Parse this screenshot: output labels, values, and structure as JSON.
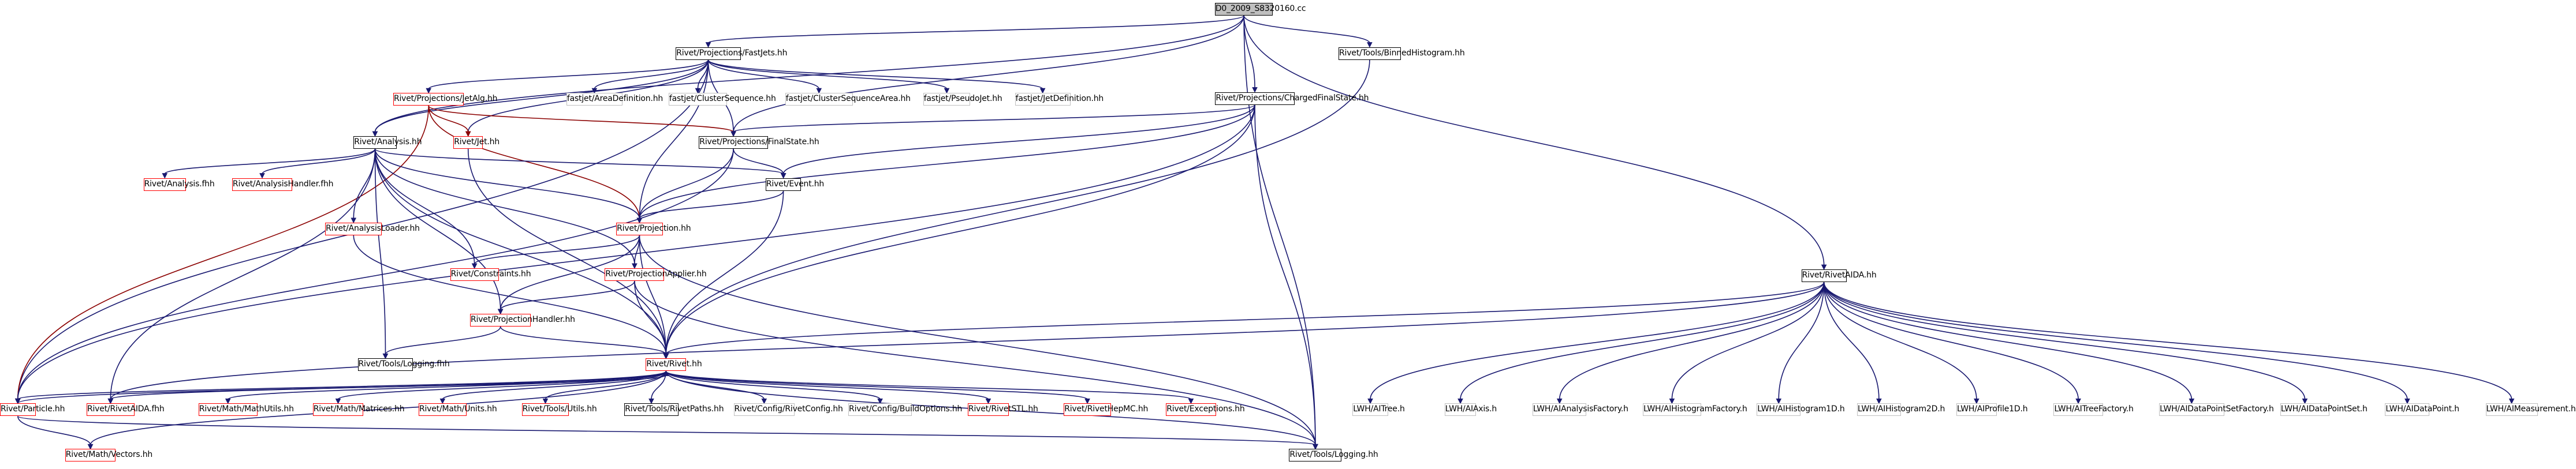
{
  "nodes": {
    "root": {
      "label": "D0_2009_S8320160.cc"
    },
    "fastjets": {
      "label": "Rivet/Projections/FastJets.hh"
    },
    "binnedhist": {
      "label": "Rivet/Tools/BinnedHistogram.hh"
    },
    "chargedfs": {
      "label": "Rivet/Projections/ChargedFinalState.hh"
    },
    "rivetaida_top": {
      "label": "Rivet/RivetAIDA.hh"
    },
    "jetalg": {
      "label": "Rivet/Projections/JetAlg.hh"
    },
    "areadef": {
      "label": "fastjet/AreaDefinition.hh"
    },
    "clusterseq": {
      "label": "fastjet/ClusterSequence.hh"
    },
    "clusterseqarea": {
      "label": "fastjet/ClusterSequenceArea.hh"
    },
    "pseudojet": {
      "label": "fastjet/PseudoJet.hh"
    },
    "jetdef": {
      "label": "fastjet/JetDefinition.hh"
    },
    "analysis": {
      "label": "Rivet/Analysis.hh"
    },
    "jet": {
      "label": "Rivet/Jet.hh"
    },
    "finalstate": {
      "label": "Rivet/Projections/FinalState.hh"
    },
    "analysisfhh": {
      "label": "Rivet/Analysis.fhh"
    },
    "analysishandlerfhh": {
      "label": "Rivet/AnalysisHandler.fhh"
    },
    "event": {
      "label": "Rivet/Event.hh"
    },
    "analysisloader": {
      "label": "Rivet/AnalysisLoader.hh"
    },
    "projection": {
      "label": "Rivet/Projection.hh"
    },
    "constraints": {
      "label": "Rivet/Constraints.hh"
    },
    "projapplier": {
      "label": "Rivet/ProjectionApplier.hh"
    },
    "projhandler": {
      "label": "Rivet/ProjectionHandler.hh"
    },
    "loggingfhh": {
      "label": "Rivet/Tools/Logging.fhh"
    },
    "rivet": {
      "label": "Rivet/Rivet.hh"
    },
    "particle": {
      "label": "Rivet/Particle.hh"
    },
    "rivetaida": {
      "label": "Rivet/RivetAIDA.fhh"
    },
    "mathutils": {
      "label": "Rivet/Math/MathUtils.hh"
    },
    "matrices": {
      "label": "Rivet/Math/Matrices.hh"
    },
    "units": {
      "label": "Rivet/Math/Units.hh"
    },
    "utils": {
      "label": "Rivet/Tools/Utils.hh"
    },
    "rivetpaths": {
      "label": "Rivet/Tools/RivetPaths.hh"
    },
    "rivetconfig": {
      "label": "Rivet/Config/RivetConfig.hh"
    },
    "buildoptions": {
      "label": "Rivet/Config/BuildOptions.hh"
    },
    "rivetstl": {
      "label": "Rivet/RivetSTL.hh"
    },
    "rivethepmc": {
      "label": "Rivet/RivetHepMC.hh"
    },
    "exceptions": {
      "label": "Rivet/Exceptions.hh"
    },
    "vectors": {
      "label": "Rivet/Math/Vectors.hh"
    },
    "logging": {
      "label": "Rivet/Tools/Logging.hh"
    },
    "itree": {
      "label": "LWH/AITree.h"
    },
    "iaxis": {
      "label": "LWH/AIAxis.h"
    },
    "ianalysisfactory": {
      "label": "LWH/AIAnalysisFactory.h"
    },
    "ihistfactory": {
      "label": "LWH/AIHistogramFactory.h"
    },
    "ihist1d": {
      "label": "LWH/AIHistogram1D.h"
    },
    "ihist2d": {
      "label": "LWH/AIHistogram2D.h"
    },
    "iprofile1d": {
      "label": "LWH/AIProfile1D.h"
    },
    "itreefactory": {
      "label": "LWH/AITreeFactory.h"
    },
    "idpsfactory": {
      "label": "LWH/AIDataPointSetFactory.h"
    },
    "idps": {
      "label": "LWH/AIDataPointSet.h"
    },
    "idp": {
      "label": "LWH/AIDataPoint.h"
    },
    "imeasurement": {
      "label": "LWH/AIMeasurement.h"
    }
  }
}
